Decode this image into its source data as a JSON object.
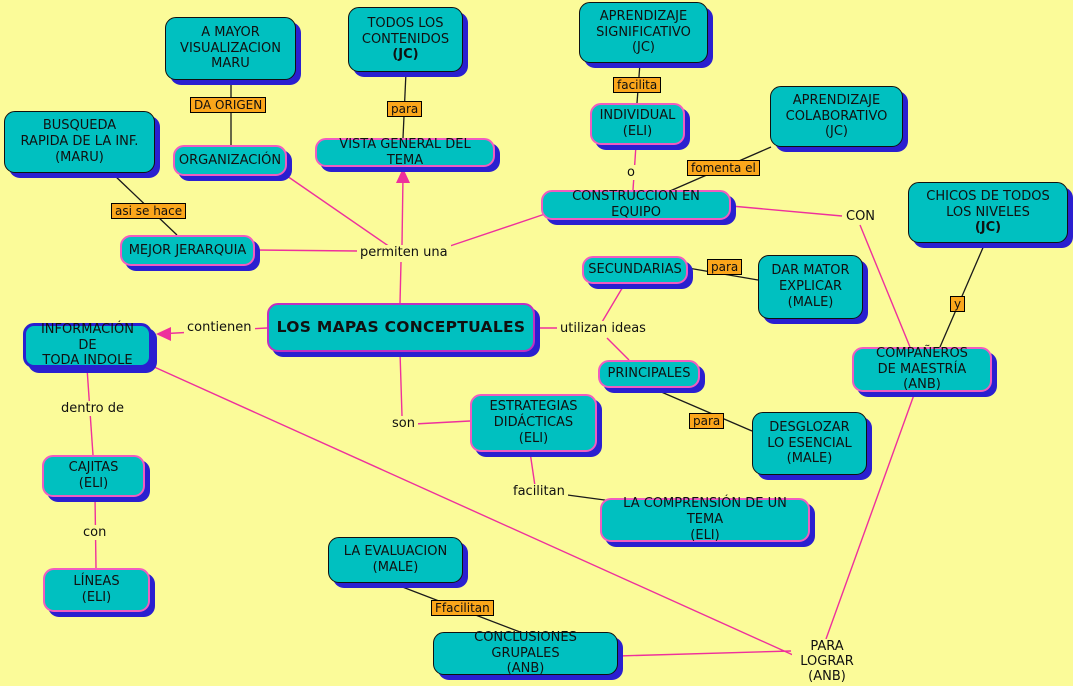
{
  "palette": {
    "bg": "#fbfb99",
    "node-fill": "#00c0c0",
    "shadow": "#2a1fd0",
    "border-pink": "#f05cc0",
    "border-magenta": "#c12fc1",
    "line-pink": "#ee309c",
    "line-black": "#1a1a1a",
    "tag-bg": "#fba61b"
  },
  "nodes": {
    "busqueda": {
      "label": "BUSQUEDA\nRAPIDA DE LA INF.\n(MARU)"
    },
    "a_mayor": {
      "label": "A MAYOR\nVISUALIZACION\nMARU"
    },
    "todos": {
      "label": "TODOS LOS\nCONTENIDOS",
      "label2": "(JC)"
    },
    "apr_sig": {
      "label": "APRENDIZAJE\nSIGNIFICATIVO\n(JC)"
    },
    "apr_col": {
      "label": "APRENDIZAJE\nCOLABORATIVO\n(JC)"
    },
    "organizacion": {
      "label": "ORGANIZACIÓN"
    },
    "vista": {
      "label": "VISTA GENERAL DEL TEMA"
    },
    "individual": {
      "label": "INDIVIDUAL\n(ELI)"
    },
    "construccion": {
      "label": "CONSTRUCCION EN EQUIPO"
    },
    "mejor": {
      "label": "MEJOR JERARQUIA"
    },
    "chicos": {
      "label": "CHICOS DE TODOS\nLOS NIVELES",
      "label2": "(JC)"
    },
    "secundarias": {
      "label": "SECUNDARIAS"
    },
    "dar_mator": {
      "label": "DAR MATOR\nEXPLICAR\n(MALE)"
    },
    "mapas": {
      "label": "LOS MAPAS CONCEPTUALES"
    },
    "informacion": {
      "label": "INFORMACIÓN DE\nTODA INDOLE"
    },
    "principales": {
      "label": "PRINCIPALES"
    },
    "companeros": {
      "label": "COMPAÑEROS\nDE MAESTRÍA (ANB)"
    },
    "estrategias": {
      "label": "ESTRATEGIAS\nDIDÁCTICAS\n(ELI)"
    },
    "desglozar": {
      "label": "DESGLOZAR\nLO ESENCIAL\n(MALE)"
    },
    "cajitas": {
      "label": "CAJITAS\n(ELI)"
    },
    "comprension": {
      "label": "LA COMPRENSIÓN DE UN TEMA\n(ELI)"
    },
    "evaluacion": {
      "label": "LA EVALUACION\n(MALE)"
    },
    "lineas": {
      "label": "LÍNEAS\n(ELI)"
    },
    "conclusiones": {
      "label": "CONCLUSIONES GRUPALES\n(ANB)"
    }
  },
  "links": {
    "da_origen": "DA ORIGEN",
    "para_vista": "para",
    "facilita": "facilita",
    "fomenta_el": "fomenta el",
    "asi_se_hace": "asi se hace",
    "para_secundarias": "para",
    "y": "y",
    "para_principales": "para",
    "ffacilitan": "Ffacilitan"
  },
  "phrases": {
    "permiten_una": "permiten una",
    "o": "o",
    "con_upper": "CON",
    "contienen": "contienen",
    "utilizan_ideas": "utilizan ideas",
    "dentro_de": "dentro de",
    "son": "son",
    "con_lower": "con",
    "facilitan": "facilitan",
    "para_lograr": "PARA\nLOGRAR\n(ANB)"
  }
}
